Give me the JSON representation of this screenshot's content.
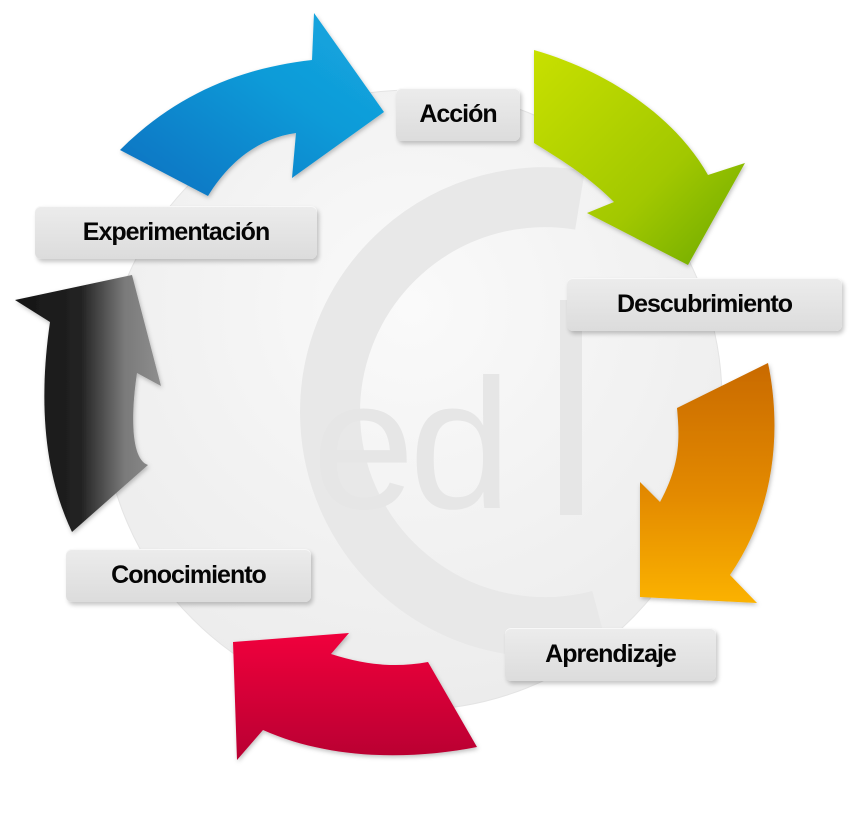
{
  "diagram": {
    "type": "cycle",
    "watermark": "ed",
    "stages": [
      {
        "label": "Acción",
        "arrow_color": "#0a8fd0"
      },
      {
        "label": "Descubrimiento",
        "arrow_color": "#a6cc00"
      },
      {
        "label": "Aprendizaje",
        "arrow_color": "#f09a00"
      },
      {
        "label": "Conocimiento",
        "arrow_color": "#d8003a"
      },
      {
        "label": "Experimentación",
        "arrow_color": "#1a1a1a"
      }
    ]
  },
  "colors": {
    "blue_light": "#12a8e0",
    "blue_dark": "#0767b8",
    "green_light": "#c8e000",
    "green_dark": "#6aa800",
    "orange_light": "#f8b000",
    "orange_dark": "#c96a00",
    "red_light": "#f0003c",
    "red_dark": "#b80032",
    "black": "#161616",
    "grey": "#8a8a8a",
    "label_bg": "#e2e2e2",
    "circle_bg": "#f3f3f3",
    "watermark": "#e6e6e6"
  }
}
